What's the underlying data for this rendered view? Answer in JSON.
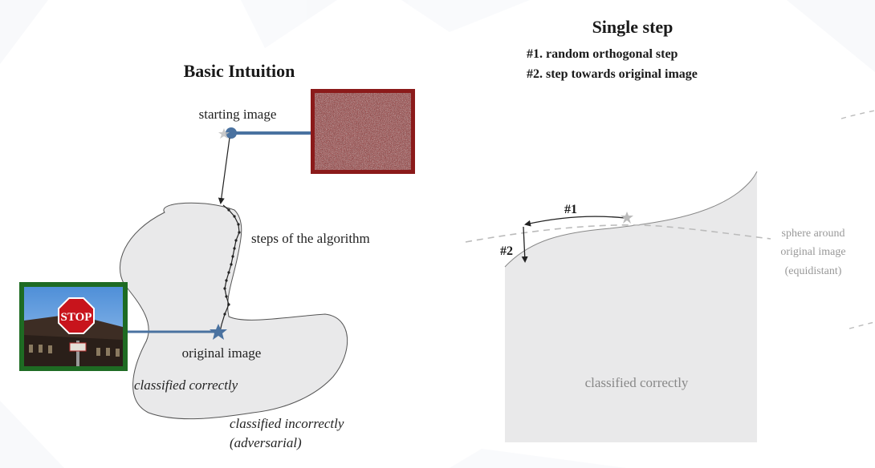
{
  "left_panel": {
    "title": "Basic Intuition",
    "starting_image_label": "starting image",
    "steps_label": "steps of the algorithm",
    "original_image_label": "original image",
    "classified_correctly": "classified correctly",
    "classified_incorrectly_line1": "classified incorrectly",
    "classified_incorrectly_line2": "(adversarial)",
    "stop_sign_text": "STOP",
    "noise_frame_color": "#8b1a1a",
    "stop_frame_color": "#1e6b23",
    "connector_color": "#4a72a0"
  },
  "right_panel": {
    "title": "Single step",
    "step1_desc": "#1. random orthogonal step",
    "step2_desc": "#2. step towards original image",
    "step1_tag": "#1",
    "step2_tag": "#2",
    "sphere_line1": "sphere around",
    "sphere_line2": "original image",
    "sphere_line3": "(equidistant)",
    "classified_correctly": "classified correctly"
  }
}
